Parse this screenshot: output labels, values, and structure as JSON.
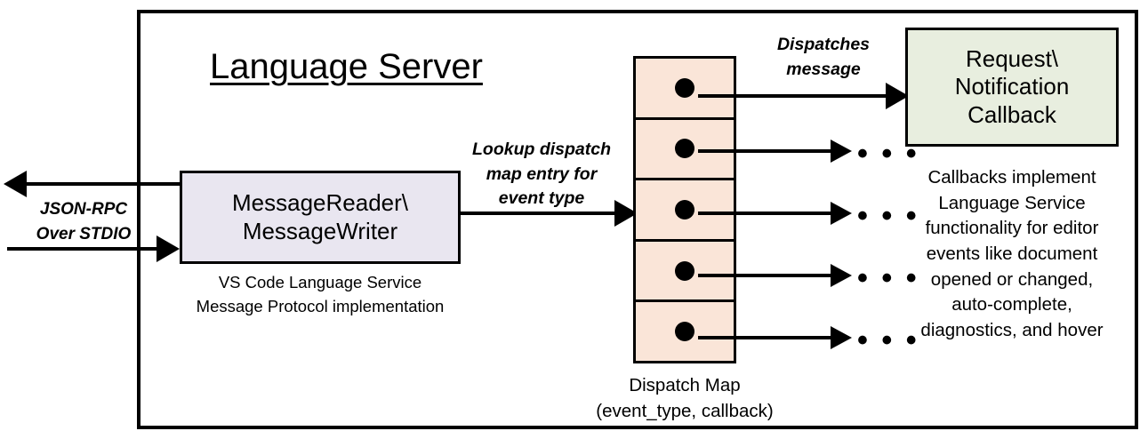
{
  "diagram": {
    "title": "Language Server",
    "frame_name": "language-server-boundary"
  },
  "left_box": {
    "line1": "MessageReader\\",
    "line2": "MessageWriter",
    "caption_line1": "VS Code Language Service",
    "caption_line2": "Message Protocol implementation",
    "fill_color": "#E9E6F0"
  },
  "io": {
    "label_line1": "JSON-RPC",
    "label_line2": "Over STDIO"
  },
  "lookup": {
    "line1": "Lookup dispatch",
    "line2": "map entry for",
    "line3": "event type"
  },
  "dispatch_map": {
    "fill_color": "#FAE5D8",
    "rows": [
      {
        "id": "row-1"
      },
      {
        "id": "row-2"
      },
      {
        "id": "row-3"
      },
      {
        "id": "row-4"
      },
      {
        "id": "row-5"
      }
    ],
    "caption_line1": "Dispatch Map",
    "caption_line2": "(event_type, callback)"
  },
  "dispatches": {
    "line1": "Dispatches",
    "line2": "message"
  },
  "callback_box": {
    "line1": "Request\\",
    "line2": "Notification",
    "line3": "Callback",
    "fill_color": "#E8EEDF"
  },
  "callback_caption": {
    "line1": "Callbacks implement",
    "line2": "Language Service",
    "line3": "functionality for editor",
    "line4": "events like document",
    "line5": "opened or changed,",
    "line6": "auto-complete,",
    "line7": "diagnostics, and hover"
  },
  "ellipses": {
    "glyph": "• • •"
  }
}
